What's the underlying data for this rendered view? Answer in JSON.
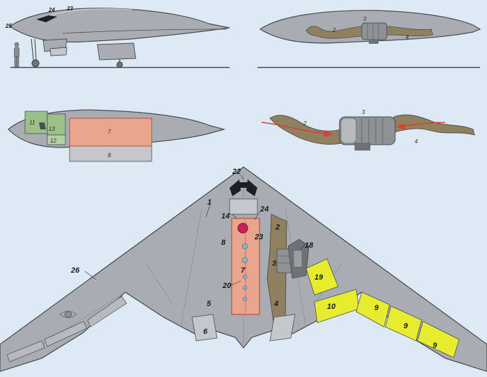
{
  "colors": {
    "background": "#dde9f5",
    "airframe": "#a9adb3",
    "airframe_light": "#c4c7cc",
    "outline": "#4a4d52",
    "bomb_bay": "#e9a58e",
    "bomb_bay_edge": "#b5523c",
    "intake_duct": "#8f8060",
    "cockpit_zone": "#9cc08a",
    "highlight_panel": "#e8ec2e",
    "red_marker": "#c8205a",
    "airflow_arrow": "#d84030"
  },
  "labels": {
    "side_view": {
      "l24": "24",
      "l23": "23",
      "l25": "25"
    },
    "engine_side": {
      "l2": "2",
      "l3": "3",
      "l4": "4"
    },
    "internal_side": {
      "l7": "7",
      "l8": "8",
      "l11": "11",
      "l12": "12",
      "l13": "13"
    },
    "duct_detail": {
      "l2": "2",
      "l3": "3",
      "l4": "4"
    },
    "plan_view": {
      "l1": "1",
      "l2": "2",
      "l3": "3",
      "l4": "4",
      "l5": "5",
      "l6": "6",
      "l7": "7",
      "l8": "8",
      "l9a": "9",
      "l9b": "9",
      "l9c": "9",
      "l10": "10",
      "l14": "14",
      "l18": "18",
      "l19": "19",
      "l20": "20",
      "l22": "22",
      "l23": "23",
      "l24": "24",
      "l26": "26"
    }
  },
  "icons": [
    "human-figure-icon",
    "roundel-icon",
    "airflow-arrow-icon"
  ]
}
